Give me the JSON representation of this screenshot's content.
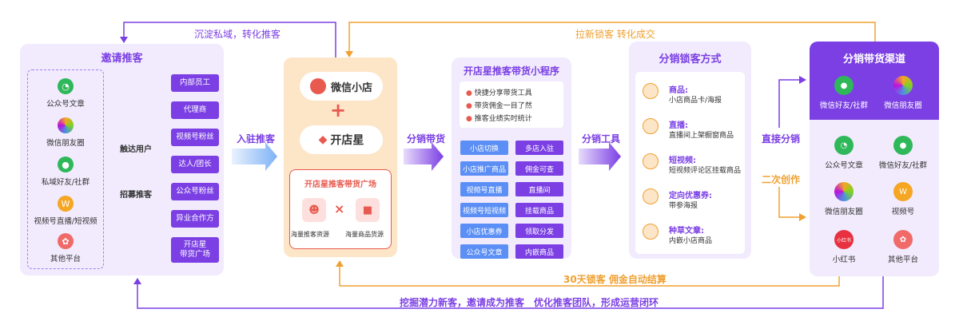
{
  "top_left_label": "沉淀私域，转化推客",
  "top_right_label": "拉新锁客  转化成交",
  "bottom_mid_label": "30天锁客  佣金自动结算",
  "bottom_label_1": "挖掘潜力新客，邀请成为推客",
  "bottom_label_2": "优化推客团队，形成运营闭环",
  "invite": {
    "title": "邀请推客",
    "sources": [
      "公众号文章",
      "微信朋友圈",
      "私域好友/社群",
      "视频号直播/短视频",
      "其他平台"
    ],
    "mid_label_1": "触达用户",
    "mid_label_2": "招募推客",
    "targets": [
      "内部员工",
      "代理商",
      "视频号粉丝",
      "达人/团长",
      "公众号粉丝",
      "异业合作方",
      "开店星\n带货广场"
    ]
  },
  "arrow_labels": {
    "enter": "入驻推客",
    "distribute": "分销带货",
    "tools": "分销工具",
    "direct": "直接分销",
    "second": "二次创作"
  },
  "shop": {
    "wechat_shop": "微信小店",
    "plus": "+",
    "brand": "开店星",
    "square_title": "开店星推客带货广场",
    "resource_1": "海量推客资源",
    "times": "×",
    "resource_2": "海量商品货源"
  },
  "mini": {
    "title": "开店星推客带货小程序",
    "features": [
      "快捷分享带货工具",
      "带货佣金一目了然",
      "推客业绩实时统计"
    ],
    "buttons_left": [
      "小店切换",
      "小店推广商品",
      "视频号直播",
      "视频号短视频",
      "小店优惠券",
      "公众号文章"
    ],
    "buttons_right": [
      "多店入驻",
      "佣金可查",
      "直播间",
      "挂载商品",
      "领取分发",
      "内嵌商品"
    ]
  },
  "lock": {
    "title": "分销锁客方式",
    "items": [
      {
        "title": "商品:",
        "desc": "小店商品卡/海报"
      },
      {
        "title": "直播:",
        "desc": "直播间上架橱窗商品"
      },
      {
        "title": "短视频:",
        "desc": "短视频评论区挂载商品"
      },
      {
        "title": "定向优惠券:",
        "desc": "带参海报"
      },
      {
        "title": "种草文章:",
        "desc": "内嵌小店商品"
      }
    ]
  },
  "channel": {
    "title": "分销带货渠道",
    "top_items": [
      "微信好友/社群",
      "微信朋友圈"
    ],
    "items": [
      "公众号文章",
      "微信好友/社群",
      "微信朋友圈",
      "视频号",
      "小红书",
      "其他平台"
    ],
    "xiaohongshu_logo": "小红书"
  },
  "colors": {
    "purple": "#7b3fe4",
    "orange": "#f0a030",
    "light_purple": "#f1ebfd",
    "light_orange": "#fde5c8",
    "blue": "#5b8ff5"
  }
}
